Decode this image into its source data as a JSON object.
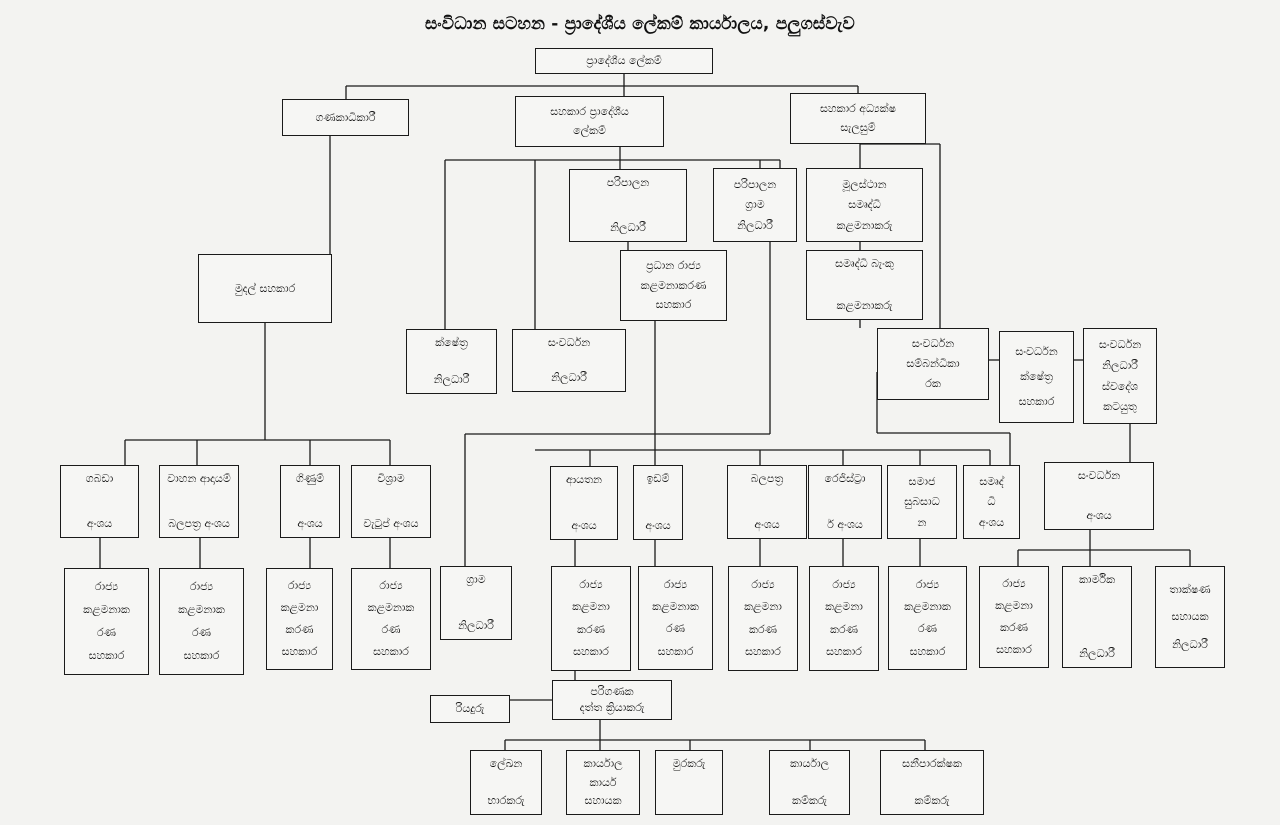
{
  "title": "සංවිධාන සටහන - ප්‍රාදේශීය ලේකම් කාර්යාලය, පලුගස්වැව",
  "nodes": {
    "ds": [
      "ප්‍රාදේශීය ලේකම්"
    ],
    "acc": [
      "ගණකාධිකාරී"
    ],
    "ads": [
      "සහකාර ප්‍රාදේශීය",
      "ලේකම්"
    ],
    "adp": [
      "සහකාර අධ්‍යක්ෂ",
      "සැලසුම්"
    ],
    "admo": [
      "පරිපාලන",
      "නිලධාරී"
    ],
    "agn": [
      "පරිපාලන",
      "ග්‍රාම",
      "නිලධාරී"
    ],
    "csm": [
      "මූලස්ථාන",
      "සමෘද්ධි",
      "කළමනාකරු"
    ],
    "fa": [
      "මුදල් සහකාර"
    ],
    "cma": [
      "ප්‍රධාන රාජ්‍ය",
      "කළමනාකරණ",
      "සහකාර"
    ],
    "sbm": [
      "සමෘද්ධි බැංකු",
      "කළමනාකරු"
    ],
    "fo": [
      "ක්ෂේත්‍ර",
      "නිලධාරී"
    ],
    "do": [
      "සංවර්ධන",
      "නිලධාරී"
    ],
    "dco": [
      "සංවර්ධන",
      "සම්බන්ධීකා",
      "රක"
    ],
    "dfa": [
      "සංවර්ධන",
      "ක්ෂේත්‍ර",
      "සහකාර"
    ],
    "dor": [
      "සංවර්ධන",
      "නිලධාරී",
      "ස්වදේශ",
      "කටයුතු"
    ],
    "sec_store": [
      "ගබඩා",
      "අංශය"
    ],
    "sec_vehicle": [
      "වාහන ආදායම්",
      "බලපත්‍ර අංශය"
    ],
    "sec_account": [
      "ගිණුම්",
      "අංශය"
    ],
    "sec_pension": [
      "විශ්‍රාම",
      "වැටුප් අංශය"
    ],
    "gn": [
      "ග්‍රාම",
      "නිලධාරී"
    ],
    "sec_income": [
      "ආයතන",
      "අංශය"
    ],
    "sec_land": [
      "ඉඩම්",
      "අංශය"
    ],
    "sec_license": [
      "බලපත්‍ර",
      "අංශය"
    ],
    "sec_registrar": [
      "රෙජිස්ට්‍රා",
      "ර් අංශය"
    ],
    "sec_social": [
      "සමාජ",
      "සුබසාධ",
      "න"
    ],
    "sec_samurdhi": [
      "සමෘද්",
      "ධි",
      "අංශය"
    ],
    "sec_dev": [
      "සංවර්ධන",
      "අංශය"
    ],
    "mao1": [
      "රාජ්‍ය",
      "කළමනාක",
      "රණ",
      "සහකාර"
    ],
    "mao2": [
      "රාජ්‍ය",
      "කළමනාක",
      "රණ",
      "සහකාර"
    ],
    "mao3": [
      "රාජ්‍ය",
      "කළමනා",
      "කරණ",
      "සහකාර"
    ],
    "mao4": [
      "රාජ්‍ය",
      "කළමනාක",
      "රණ",
      "සහකාර"
    ],
    "mao5": [
      "රාජ්‍ය",
      "කළමනා",
      "කරණ",
      "සහකාර"
    ],
    "mao6": [
      "රාජ්‍ය",
      "කළමනාක",
      "රණ",
      "සහකාර"
    ],
    "mao7": [
      "රාජ්‍ය",
      "කළමනා",
      "කරණ",
      "සහකාර"
    ],
    "mao8": [
      "රාජ්‍ය",
      "කළමනා",
      "කරණ",
      "සහකාර"
    ],
    "mao9": [
      "රාජ්‍ය",
      "කළමනාක",
      "රණ",
      "සහකාර"
    ],
    "mao10": [
      "රාජ්‍ය",
      "කළමනා",
      "කරණ",
      "සහකාර"
    ],
    "tech_off": [
      "කාර්මික",
      "නිලධාරී"
    ],
    "tech_asst": [
      "තාක්ෂණ",
      "සහායක",
      "නිලධාරී"
    ],
    "driver": [
      "රියදුරු"
    ],
    "cdo": [
      "පරිගණක",
      "දත්ත ක්‍රියාකරු"
    ],
    "writer": [
      "ලේඛන",
      "භාරකරු"
    ],
    "office_asst": [
      "කාර්යාල",
      "කාර්ය",
      "සහායක"
    ],
    "watcher": [
      "මුරකරු"
    ],
    "office_worker": [
      "කාර්යාල",
      "කම්කරු"
    ],
    "sanitary": [
      "සනීපාරක්ෂක",
      "කම්කරු"
    ]
  }
}
